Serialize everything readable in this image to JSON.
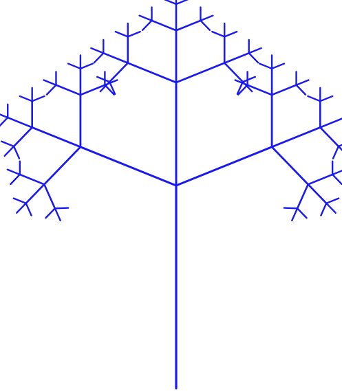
{
  "figure": {
    "type": "fractal-tree",
    "background": "#ffffff",
    "stroke_color": "#1a1aee",
    "recursion_depth": 4,
    "branches_per_node": 3
  }
}
